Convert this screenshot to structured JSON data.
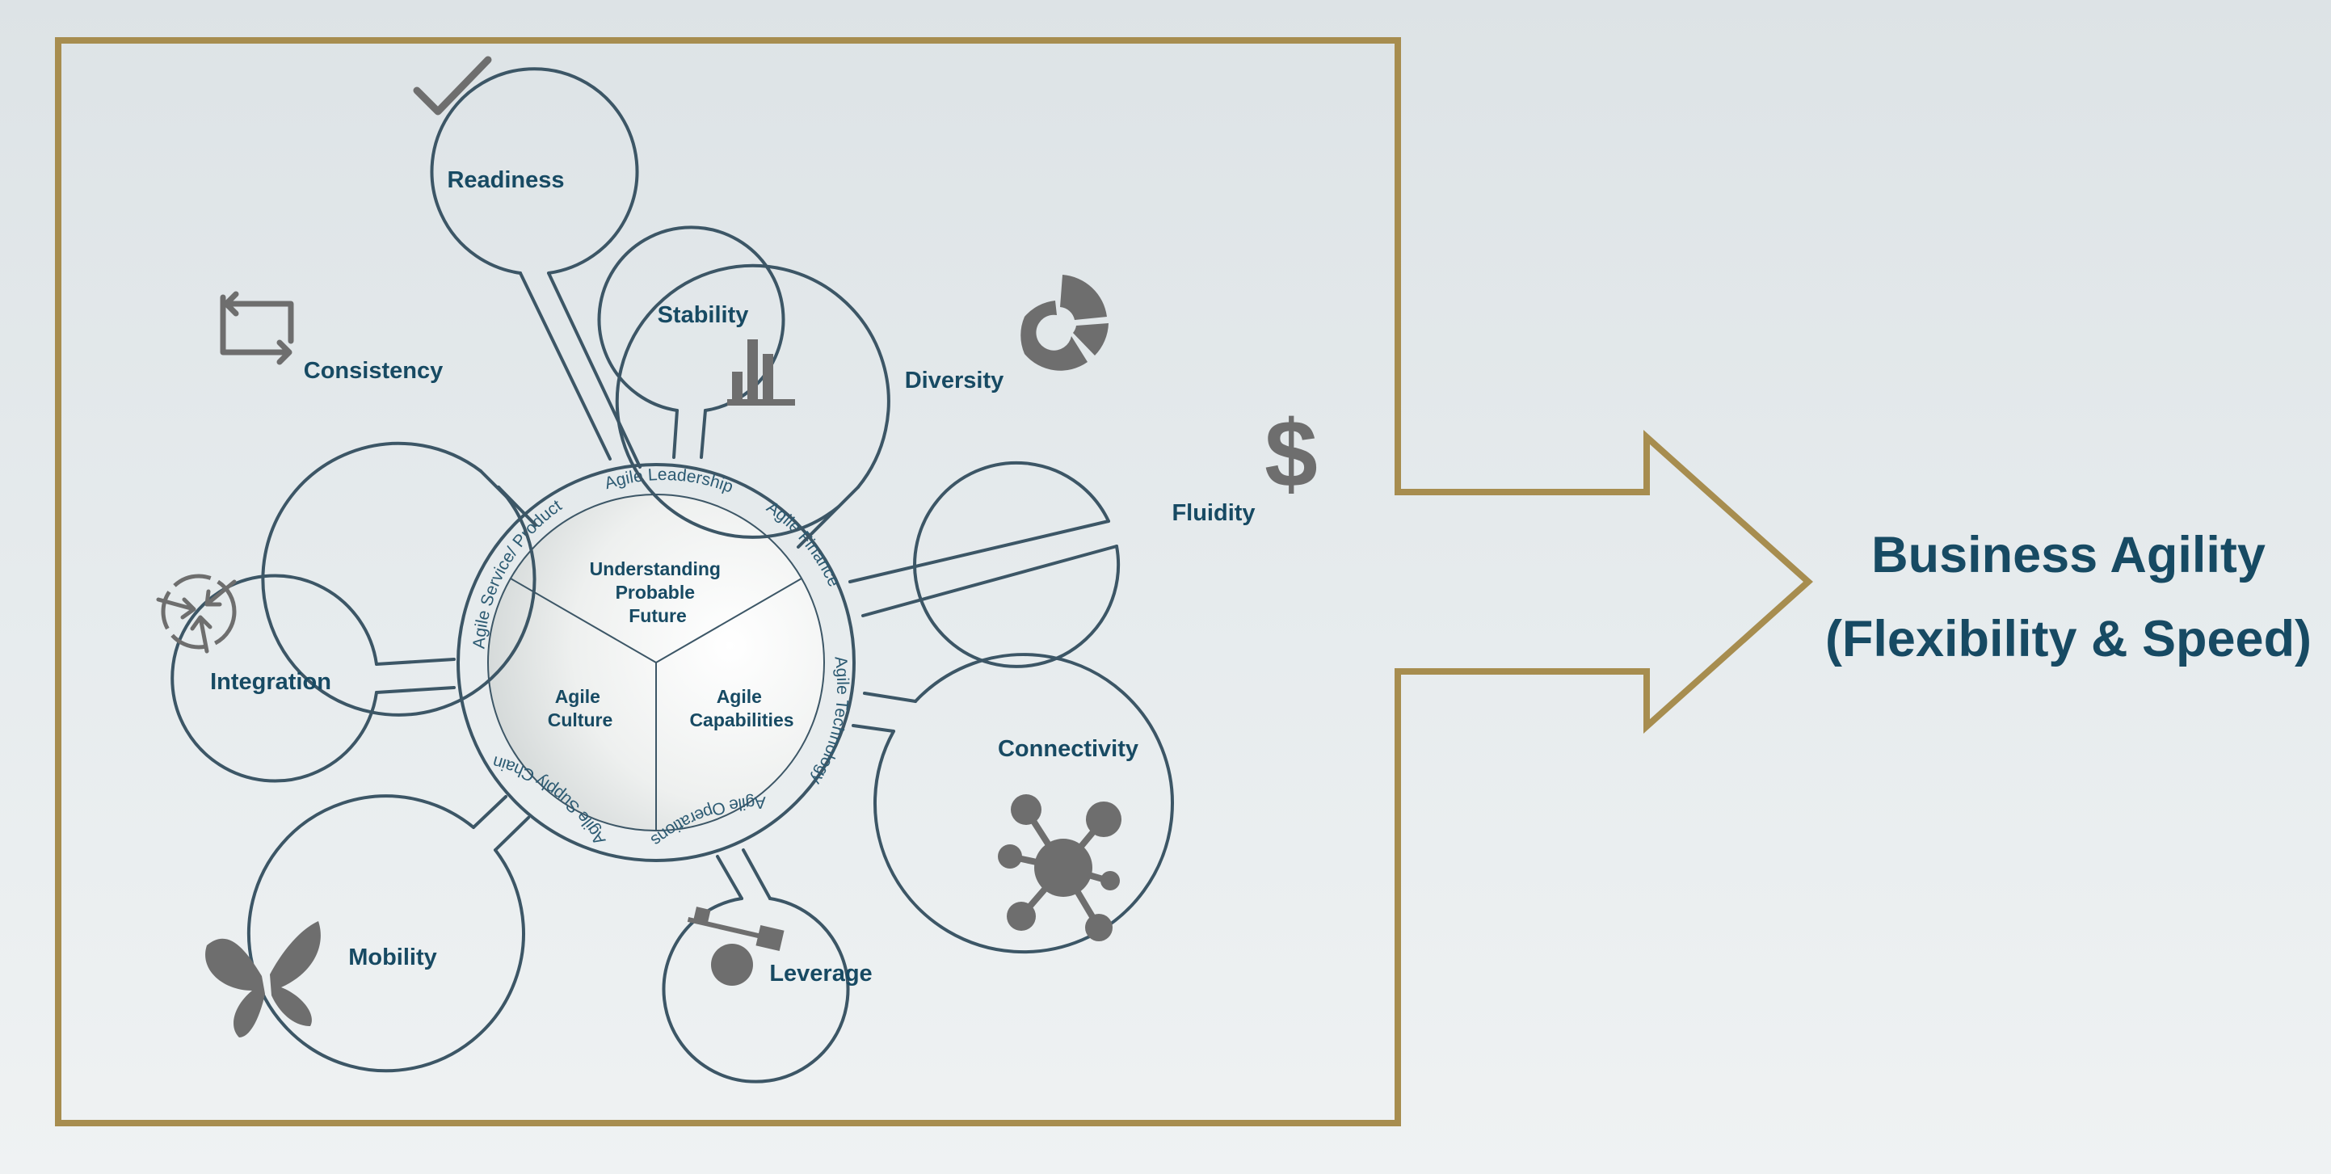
{
  "colors": {
    "frame": "#a78d4f",
    "text": "#174a63",
    "line": "#3c5666",
    "icon": "#6e6e6e"
  },
  "core": {
    "top": [
      "Understanding",
      "Probable",
      "Future"
    ],
    "left": [
      "Agile",
      "Culture"
    ],
    "right": [
      "Agile",
      "Capabilities"
    ]
  },
  "ring_labels": {
    "leadership": "Agile Leadership",
    "finance": "Agile Finance",
    "technology": "Agile Technology",
    "operations": "Agile Operations",
    "supply_chain": "Agile Supply Chain",
    "service_product": "Agile Service/ Product"
  },
  "bubbles": {
    "readiness": {
      "label": "Readiness",
      "icon": "checkmark-icon"
    },
    "consistency": {
      "label": "Consistency",
      "icon": "loop-arrows-icon"
    },
    "stability": {
      "label": "Stability",
      "icon": "bar-chart-icon"
    },
    "diversity": {
      "label": "Diversity",
      "icon": "donut-chart-icon"
    },
    "fluidity": {
      "label": "Fluidity",
      "icon": "dollar-icon"
    },
    "integration": {
      "label": "Integration",
      "icon": "converging-arrows-icon"
    },
    "connectivity": {
      "label": "Connectivity",
      "icon": "network-icon"
    },
    "mobility": {
      "label": "Mobility",
      "icon": "butterfly-icon"
    },
    "leverage": {
      "label": "Leverage",
      "icon": "seesaw-icon"
    }
  },
  "outcome": {
    "line1": "Business Agility",
    "line2": "(Flexibility & Speed)"
  }
}
